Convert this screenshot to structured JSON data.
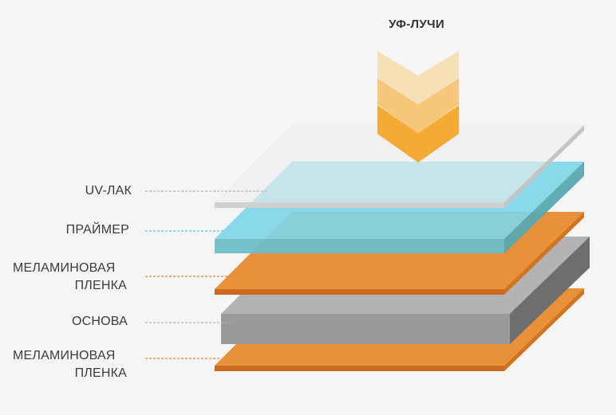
{
  "title": "УФ-ЛУЧИ",
  "layers": {
    "uv_lacquer": {
      "label": "UV-ЛАК",
      "color": "#e4e4e4"
    },
    "primer": {
      "label": "ПРАЙМЕР",
      "color": "#7fd6e6"
    },
    "melamine_top": {
      "line1": "МЕЛАМИНОВАЯ",
      "line2": "ПЛЕНКА",
      "color": "#e8903a"
    },
    "base": {
      "label": "ОСНОВА",
      "color": "#a9a9a9"
    },
    "melamine_bottom": {
      "line1": "МЕЛАМИНОВАЯ",
      "line2": "ПЛЕНКА",
      "color": "#e8903a"
    }
  },
  "arrow_colors": [
    "#f7dfb6",
    "#f6c77a",
    "#f5aa33"
  ]
}
